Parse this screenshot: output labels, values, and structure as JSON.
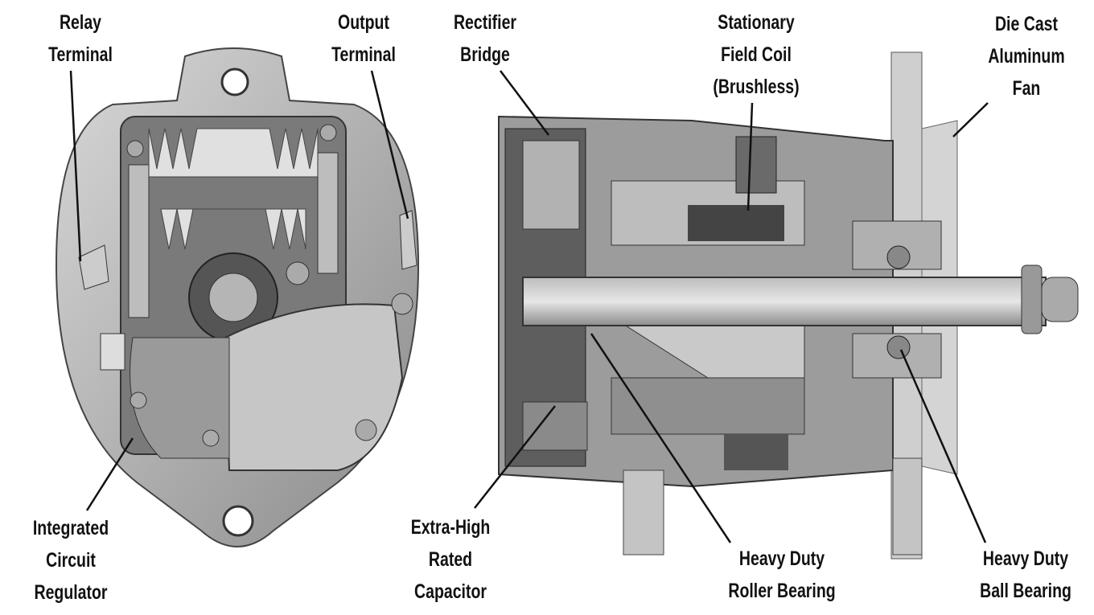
{
  "labels": {
    "relay_terminal": [
      "Relay",
      "Terminal"
    ],
    "output_terminal": [
      "Output",
      "Terminal"
    ],
    "rectifier_bridge": [
      "Rectifier",
      "Bridge"
    ],
    "stationary_field_coil": [
      "Stationary",
      "Field Coil",
      "(Brushless)"
    ],
    "die_cast_fan": [
      "Die Cast",
      "Aluminum",
      "Fan"
    ],
    "ic_regulator": [
      "Integrated",
      "Circuit",
      "Regulator"
    ],
    "capacitor": [
      "Extra-High",
      "Rated",
      "Capacitor"
    ],
    "roller_bearing": [
      "Heavy Duty",
      "Roller Bearing"
    ],
    "ball_bearing": [
      "Heavy Duty",
      "Ball Bearing"
    ]
  },
  "colors": {
    "line": "#111111",
    "body_dark": "#6e6e6e",
    "body_mid": "#9a9a9a",
    "body_light": "#c9c9c9"
  }
}
